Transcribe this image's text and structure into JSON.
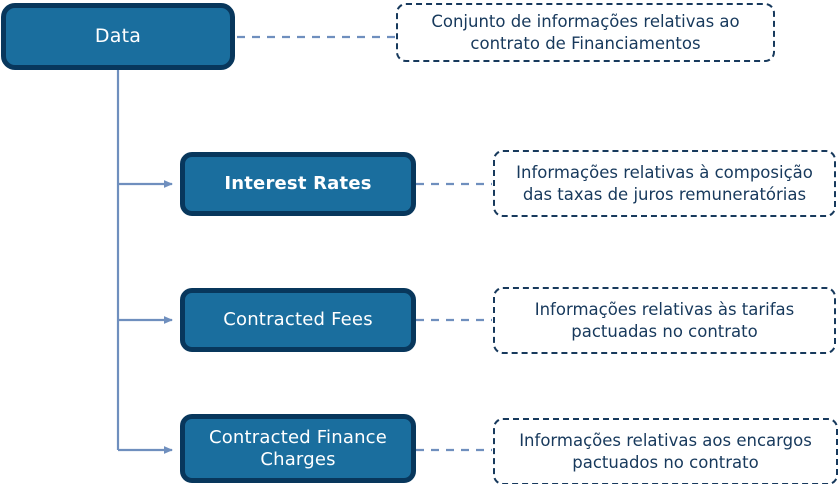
{
  "diagram": {
    "type": "tree-with-notes",
    "colors": {
      "node_fill": "#1a6e9e",
      "node_border": "#08375c",
      "node_text": "#ffffff",
      "note_border": "#17395c",
      "note_text": "#17395c",
      "note_fill": "#ffffff",
      "connector": "#6f8fbe",
      "background": "#ffffff"
    },
    "root": {
      "label": "Data",
      "note": "Conjunto de informações relativas ao\ncontrato de Financiamentos"
    },
    "children": [
      {
        "label": "Interest Rates",
        "note": "Informações relativas à composição\ndas taxas de juros remuneratórias"
      },
      {
        "label": "Contracted Fees",
        "note": "Informações relativas às tarifas\npactuadas no contrato"
      },
      {
        "label": "Contracted Finance\nCharges",
        "note": "Informações relativas aos encargos\npactuados no contrato"
      }
    ]
  }
}
